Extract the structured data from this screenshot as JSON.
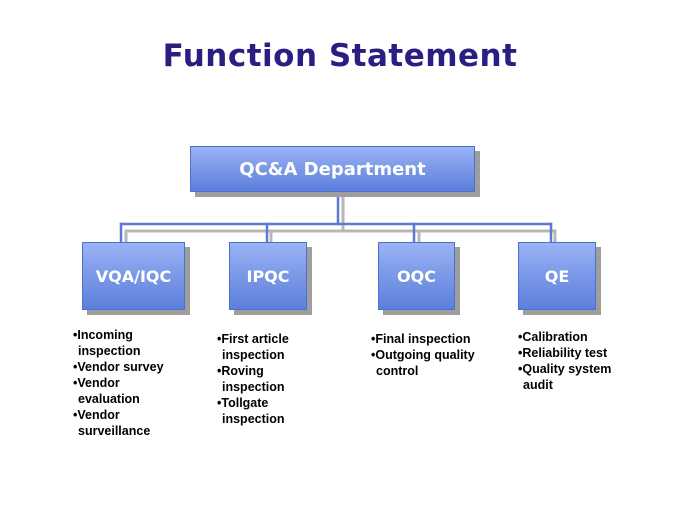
{
  "title": "Function Statement",
  "top_box": {
    "label": "QC&A Department"
  },
  "departments": [
    {
      "label": "VQA/IQC",
      "items": [
        "•Incoming inspection",
        "•Vendor survey",
        "•Vendor evaluation",
        "•Vendor surveillance"
      ]
    },
    {
      "label": "IPQC",
      "items": [
        "•First article inspection",
        "•Roving inspection",
        "•Tollgate inspection"
      ]
    },
    {
      "label": "OQC",
      "items": [
        "•Final inspection",
        "•Outgoing quality control"
      ]
    },
    {
      "label": "QE",
      "items": [
        "•Calibration",
        "•Reliability test",
        "•Quality system audit"
      ]
    }
  ],
  "colors": {
    "title": "#2a1e82",
    "box_light": "#9ab3f4",
    "box_dark": "#5d7fdc",
    "connector": "#5a7ad6",
    "shadow": "#9e9e9e"
  }
}
